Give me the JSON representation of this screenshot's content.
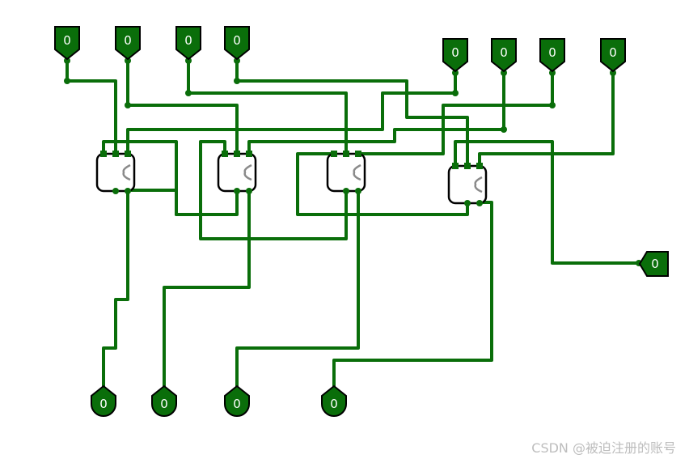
{
  "colors": {
    "wire": "#0a6e0a",
    "pin_fill": "#0a6e0a",
    "stroke": "#000000",
    "gate_fill": "#ffffff",
    "gate_symbol": "#8a8a8a"
  },
  "inputs": [
    {
      "id": "in1",
      "value": "0"
    },
    {
      "id": "in2",
      "value": "0"
    },
    {
      "id": "in3",
      "value": "0"
    },
    {
      "id": "in4",
      "value": "0"
    },
    {
      "id": "in5",
      "value": "0"
    },
    {
      "id": "in6",
      "value": "0"
    },
    {
      "id": "in7",
      "value": "0"
    },
    {
      "id": "in8",
      "value": "0"
    }
  ],
  "outputs": [
    {
      "id": "out1",
      "value": "0"
    },
    {
      "id": "out2",
      "value": "0"
    },
    {
      "id": "out3",
      "value": "0"
    },
    {
      "id": "out4",
      "value": "0"
    }
  ],
  "carry_out": {
    "id": "carry",
    "value": "0"
  },
  "gates": [
    {
      "id": "adder1",
      "icon": "full-adder-icon"
    },
    {
      "id": "adder2",
      "icon": "full-adder-icon"
    },
    {
      "id": "adder3",
      "icon": "full-adder-icon"
    },
    {
      "id": "adder4",
      "icon": "full-adder-icon"
    }
  ],
  "watermark": "CSDN @被迫注册的账号"
}
